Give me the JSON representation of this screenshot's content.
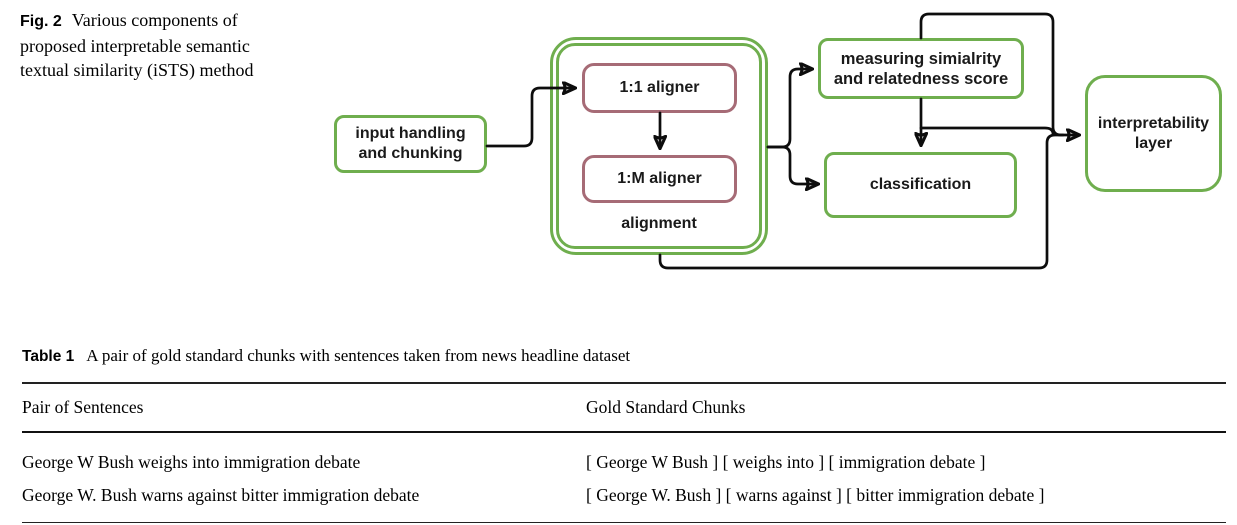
{
  "figure": {
    "label": "Fig. 2",
    "caption": "Various components of proposed interpretable semantic textual similarity (iSTS) method",
    "nodes": {
      "input": {
        "line1": "input handling",
        "line2": "and chunking"
      },
      "aligner11": "1:1 aligner",
      "aligner1m": "1:M aligner",
      "alignment_label": "alignment",
      "measuring": {
        "line1": "measuring simialrity",
        "line2": "and relatedness score"
      },
      "classification": "classification",
      "interpretability": {
        "line1": "interpretability",
        "line2": "layer"
      }
    },
    "colors": {
      "node_border_green": "#6fae4e",
      "aligner_border_maroon": "#a66b76",
      "edge_black": "#0d0d0d"
    }
  },
  "table1": {
    "label": "Table 1",
    "caption": "A pair of gold standard chunks with sentences taken from news headline dataset",
    "columns": [
      "Pair of Sentences",
      "Gold Standard Chunks"
    ],
    "rows": [
      [
        "George W Bush weighs into immigration debate",
        "[ George W Bush ] [ weighs into ] [ immigration debate ]"
      ],
      [
        "George W. Bush warns against bitter immigration debate",
        "[ George W. Bush ] [ warns against ] [ bitter immigration debate ]"
      ]
    ]
  }
}
